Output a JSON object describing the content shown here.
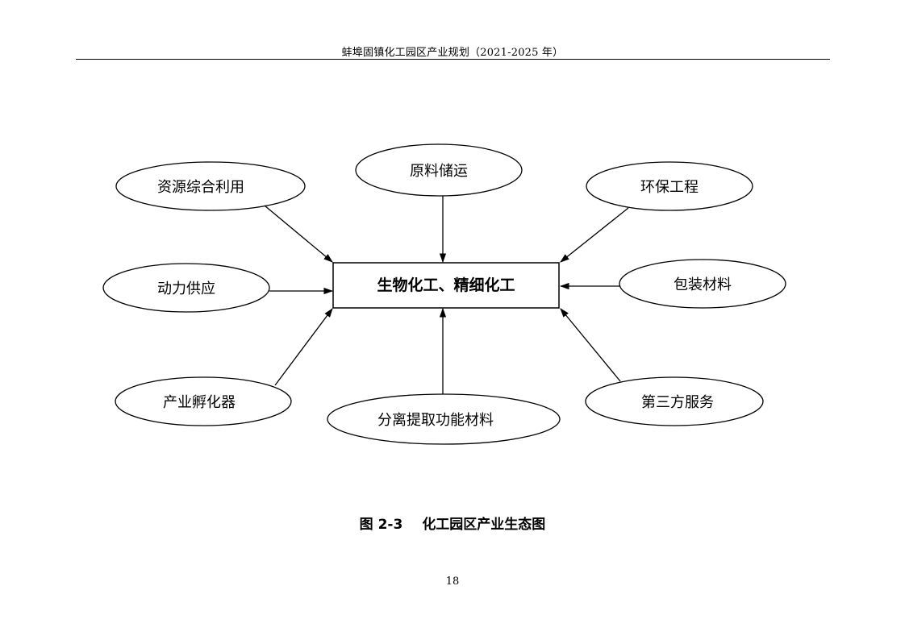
{
  "header": {
    "title": "蚌埠固镇化工园区产业规划（2021-2025 年）"
  },
  "diagram": {
    "center": "生物化工、精细化工",
    "nodes": [
      {
        "id": "resource",
        "label": "资源综合利用"
      },
      {
        "id": "raw",
        "label": "原料储运"
      },
      {
        "id": "env",
        "label": "环保工程"
      },
      {
        "id": "power",
        "label": "动力供应"
      },
      {
        "id": "packaging",
        "label": "包装材料"
      },
      {
        "id": "incubator",
        "label": "产业孵化器"
      },
      {
        "id": "separation",
        "label": "分离提取功能材料"
      },
      {
        "id": "third",
        "label": "第三方服务"
      }
    ]
  },
  "caption": {
    "figure_no": "图 2-3",
    "title": "化工园区产业生态图"
  },
  "page_number": "18"
}
